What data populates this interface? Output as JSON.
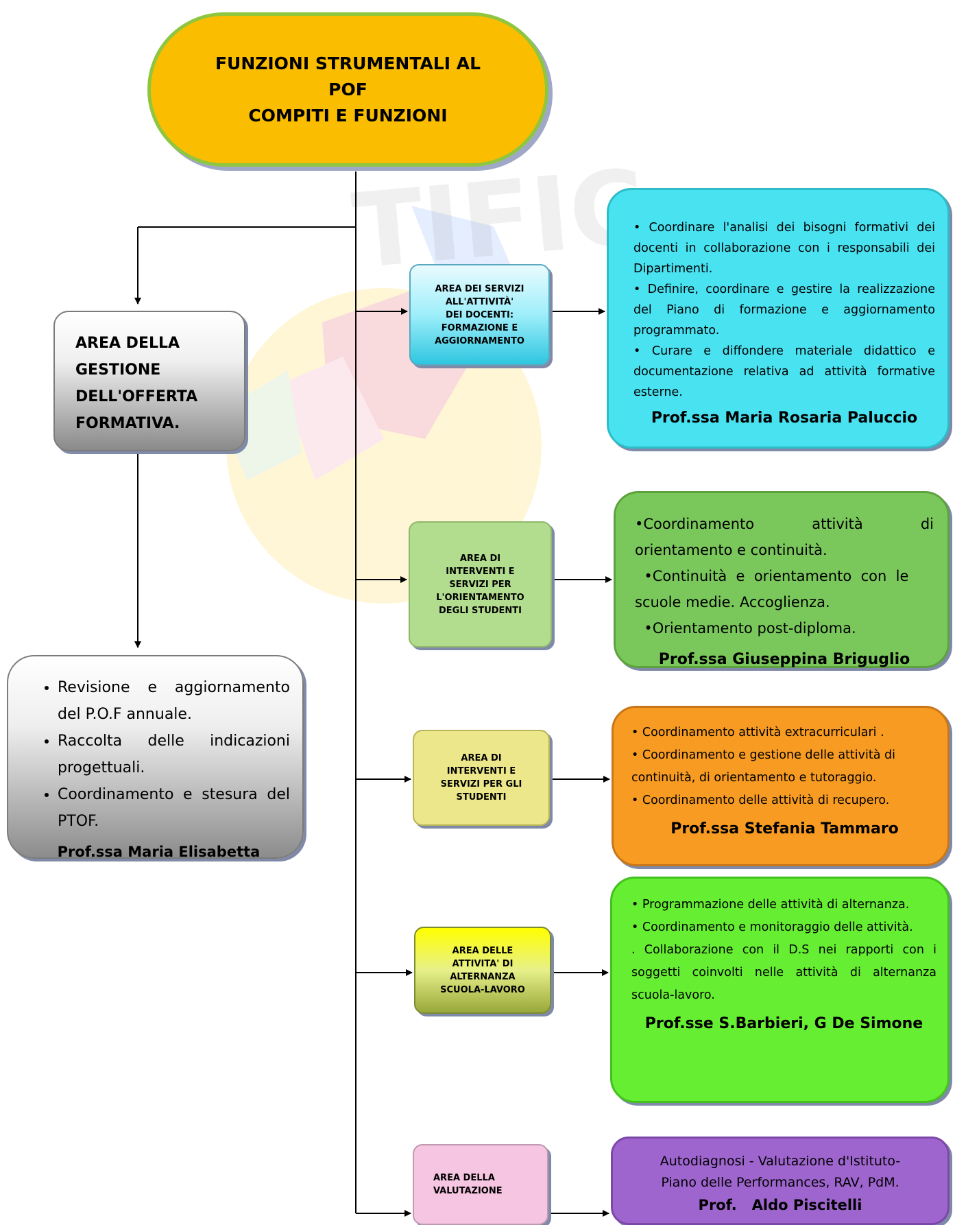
{
  "title": {
    "line1": "FUNZIONI STRUMENTALI AL",
    "line2": "POF",
    "line3": "COMPITI E FUNZIONI"
  },
  "area_gestione": {
    "lines": [
      "AREA DELLA",
      "GESTIONE",
      "DELL'OFFERTA",
      "FORMATIVA."
    ]
  },
  "pof_box": {
    "items": [
      "Revisione e aggiornamento del P.O.F annuale.",
      "Raccolta delle indicazioni progettuali.",
      " Coordinamento e stesura del PTOF."
    ],
    "prof": "Prof.ssa Maria Elisabetta"
  },
  "areas": [
    {
      "lines": [
        "AREA DEI SERVIZI",
        "ALL'ATTIVITÀ'",
        "DEI DOCENTI:",
        "FORMAZIONE E",
        "AGGIORNAMENTO"
      ]
    },
    {
      "lines": [
        "AREA DI",
        "INTERVENTI E",
        "SERVIZI PER",
        "L'ORIENTAMENTO",
        "DEGLI STUDENTI"
      ]
    },
    {
      "lines": [
        "AREA DI",
        "INTERVENTI E",
        "SERVIZI PER GLI",
        "STUDENTI"
      ]
    },
    {
      "lines": [
        "AREA  DELLE",
        "ATTIVITA' DI",
        "ALTERNANZA",
        "SCUOLA-LAVORO"
      ]
    },
    {
      "lines": [
        "AREA DELLA",
        "VALUTAZIONE"
      ]
    }
  ],
  "desc1": {
    "p1": "• Coordinare l'analisi dei   bisogni formativi dei      docenti    in collaborazione con i responsabili dei  Dipartimenti.",
    "p2": "•     Definire,         coordinare e gestire la realizzazione del  Piano di formazione e aggiornamento programmato.",
    "p3": "•      Curare      e  diffondere  materiale didattico e  documentazione  relativa ad attività formative esterne.",
    "prof": "Prof.ssa Maria Rosaria Paluccio"
  },
  "desc2": {
    "l1a": "•Coordinamento",
    "l1b": "attività",
    "l1c": "di",
    "l2": "orientamento e  continuità.",
    "l3": "  •Continuità  e  orientamento  con  le scuole medie. Accoglienza.",
    "l4": "  •Orientamento post-diploma.",
    "prof": "Prof.ssa Giuseppina Briguglio"
  },
  "desc3": {
    "l1": "• Coordinamento attività extracurriculari .",
    "l2": "• Coordinamento e gestione delle attività di continuità, di orientamento e tutoraggio.",
    "l3": "• Coordinamento delle attività di recupero.",
    "prof": "Prof.ssa Stefania Tammaro"
  },
  "desc4": {
    "p1": "•      Programmazione      delle      attività      di alternanza.",
    "p2": "•    Coordinamento    e    monitoraggio    delle attività.",
    "p3": ". Collaborazione con il D.S nei rapporti con i soggetti coinvolti nelle attività di alternanza scuola-lavoro.",
    "prof": "Prof.sse S.Barbieri, G De Simone"
  },
  "desc5": {
    "l1": "Autodiagnosi - Valutazione  d'Istituto-",
    "l2": "Piano delle Performances, RAV, PdM.",
    "prof": "Prof.   Aldo Piscitelli"
  },
  "colors": {
    "title_bg": "#fbbd00",
    "title_border": "#8ec63f",
    "cyan": "#49e2f1",
    "green": "#7ac85c",
    "orange": "#f79b22",
    "lime": "#66ee33",
    "purple": "#9e65ce",
    "pink": "#f5c5e1"
  }
}
